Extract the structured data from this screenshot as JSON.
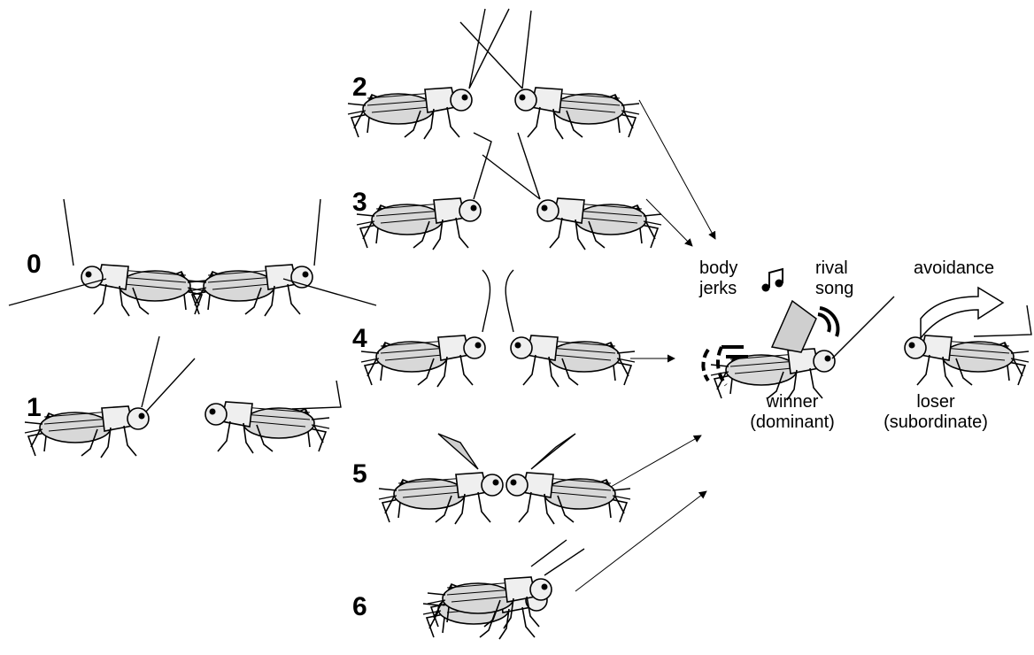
{
  "stages": [
    {
      "id": "0",
      "label": "0"
    },
    {
      "id": "1",
      "label": "1"
    },
    {
      "id": "2",
      "label": "2"
    },
    {
      "id": "3",
      "label": "3"
    },
    {
      "id": "4",
      "label": "4"
    },
    {
      "id": "5",
      "label": "5"
    },
    {
      "id": "6",
      "label": "6"
    }
  ],
  "outcome": {
    "body_jerks": [
      "body",
      "jerks"
    ],
    "rival_song": [
      "rival",
      "song"
    ],
    "avoidance": "avoidance",
    "winner": [
      "winner",
      "(dominant)"
    ],
    "loser": [
      "loser",
      "(subordinate)"
    ]
  },
  "icons": {
    "note": "music-note-icon",
    "sound_arcs": "sound-waves-icon",
    "arrow": "avoidance-arrow-icon"
  }
}
